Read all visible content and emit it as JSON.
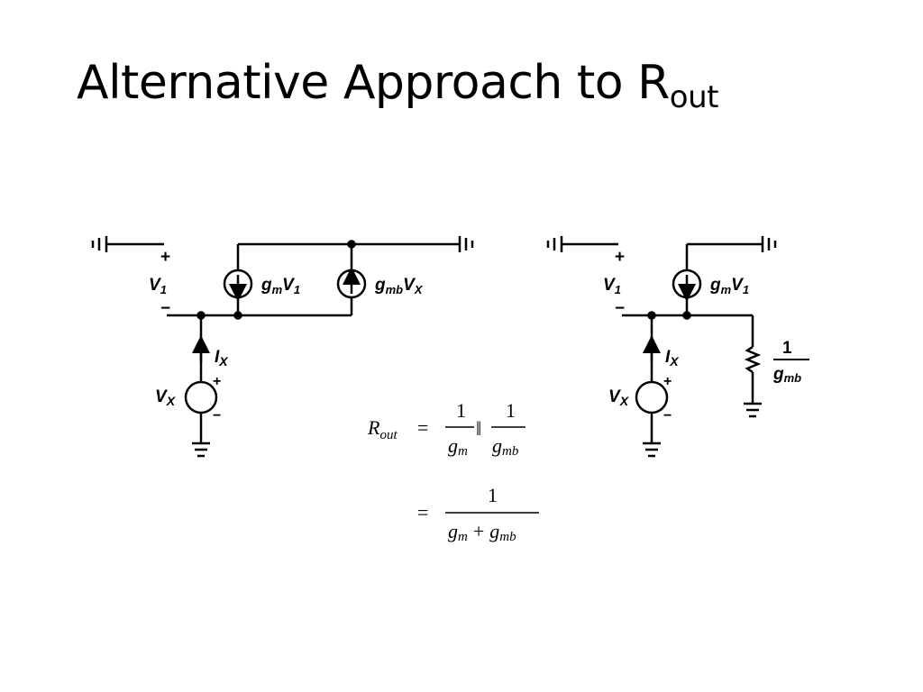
{
  "title": {
    "main": "Alternative Approach to R",
    "subscript": "out"
  },
  "left_circuit": {
    "v1_plus": "+",
    "v1_label": "V",
    "v1_sub": "1",
    "v1_minus": "−",
    "src1_label": "g",
    "src1_sub": "m",
    "src1_tail": "V",
    "src1_tail_sub": "1",
    "src2_label": "g",
    "src2_sub": "mb",
    "src2_tail": "V",
    "src2_tail_sub": "X",
    "ix_label": "I",
    "ix_sub": "X",
    "vx_label": "V",
    "vx_sub": "X",
    "vx_plus": "+",
    "vx_minus": "−"
  },
  "right_circuit": {
    "v1_plus": "+",
    "v1_label": "V",
    "v1_sub": "1",
    "v1_minus": "−",
    "src1_label": "g",
    "src1_sub": "m",
    "src1_tail": "V",
    "src1_tail_sub": "1",
    "res_num": "1",
    "res_den": "g",
    "res_den_sub": "mb",
    "ix_label": "I",
    "ix_sub": "X",
    "vx_label": "V",
    "vx_sub": "X",
    "vx_plus": "+",
    "vx_minus": "−"
  },
  "equation": {
    "lhs": "R",
    "lhs_sub": "out",
    "eq1": "=",
    "eq2": "=",
    "f1_num": "1",
    "f1_den": "g",
    "f1_den_sub": "m",
    "parallel": "‖",
    "f2_num": "1",
    "f2_den": "g",
    "f2_den_sub": "mb",
    "f3_num": "1",
    "f3_den_a": "g",
    "f3_den_a_sub": "m",
    "f3_plus": "+",
    "f3_den_b": "g",
    "f3_den_b_sub": "mb"
  }
}
